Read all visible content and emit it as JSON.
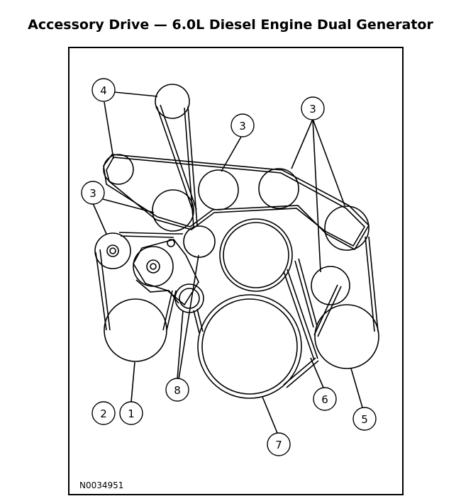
{
  "title": "Accessory Drive — 6.0L Diesel Engine Dual Generator",
  "figure_id": "N0034951",
  "callouts": {
    "c4": "4",
    "c3_center": "3",
    "c3_right": "3",
    "c3_left": "3",
    "c2": "2",
    "c1": "1",
    "c8": "8",
    "c6": "6",
    "c5": "5",
    "c7": "7"
  }
}
